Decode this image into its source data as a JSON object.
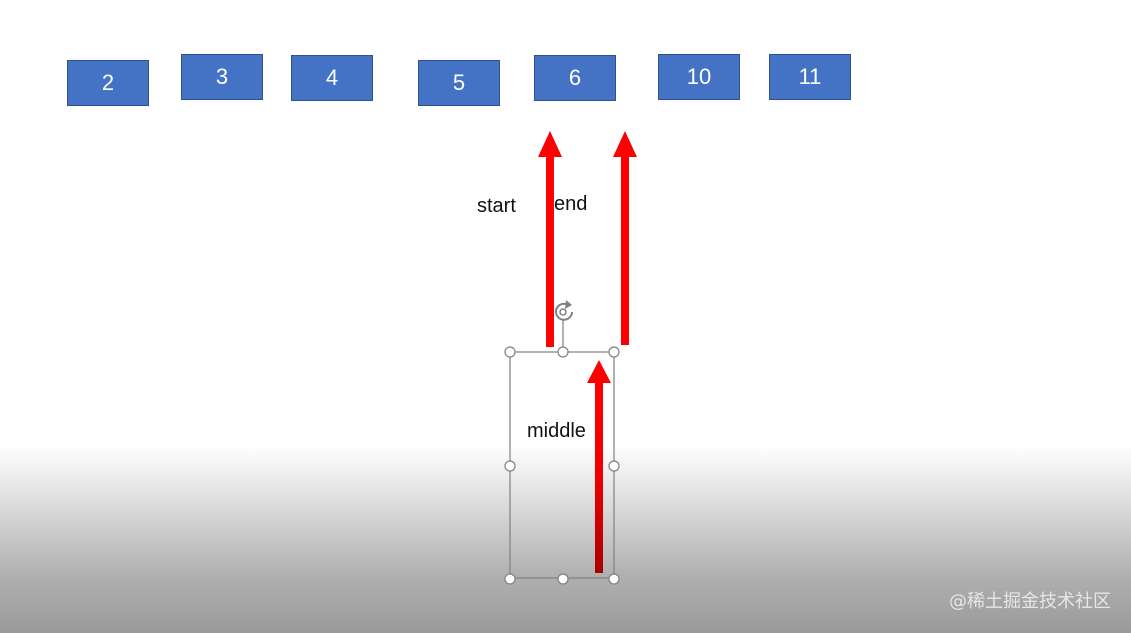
{
  "boxes": [
    "2",
    "3",
    "4",
    "5",
    "6",
    "10",
    "11"
  ],
  "labels": {
    "start": "start",
    "end": "end",
    "middle": "middle"
  },
  "colors": {
    "box_fill": "#4472c4",
    "box_border": "#2f528f",
    "arrow": "#ff0000",
    "handle": "#808080"
  },
  "icons": {
    "rotate": "rotate-handle-icon"
  },
  "watermark": "@稀土掘金技术社区"
}
